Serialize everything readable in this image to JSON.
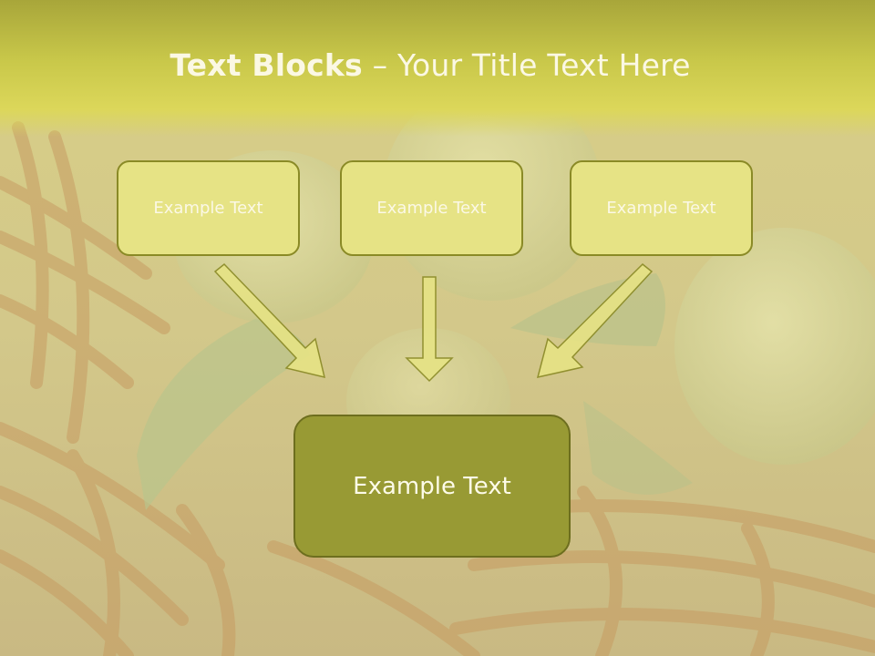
{
  "slide": {
    "title_bold": "Text Blocks",
    "title_rest": " – Your Title Text Here",
    "top_boxes": [
      {
        "label": "Example Text"
      },
      {
        "label": "Example Text"
      },
      {
        "label": "Example Text"
      }
    ],
    "main_box": {
      "label": "Example Text"
    }
  },
  "colors": {
    "title_band": "#c9c84a",
    "box_fill": "#e6e385",
    "box_border": "#8a8a26",
    "main_fill": "#989a34",
    "arrow_fill": "#e6e385"
  },
  "background": {
    "description_icon": "pears-in-basket-photo"
  }
}
